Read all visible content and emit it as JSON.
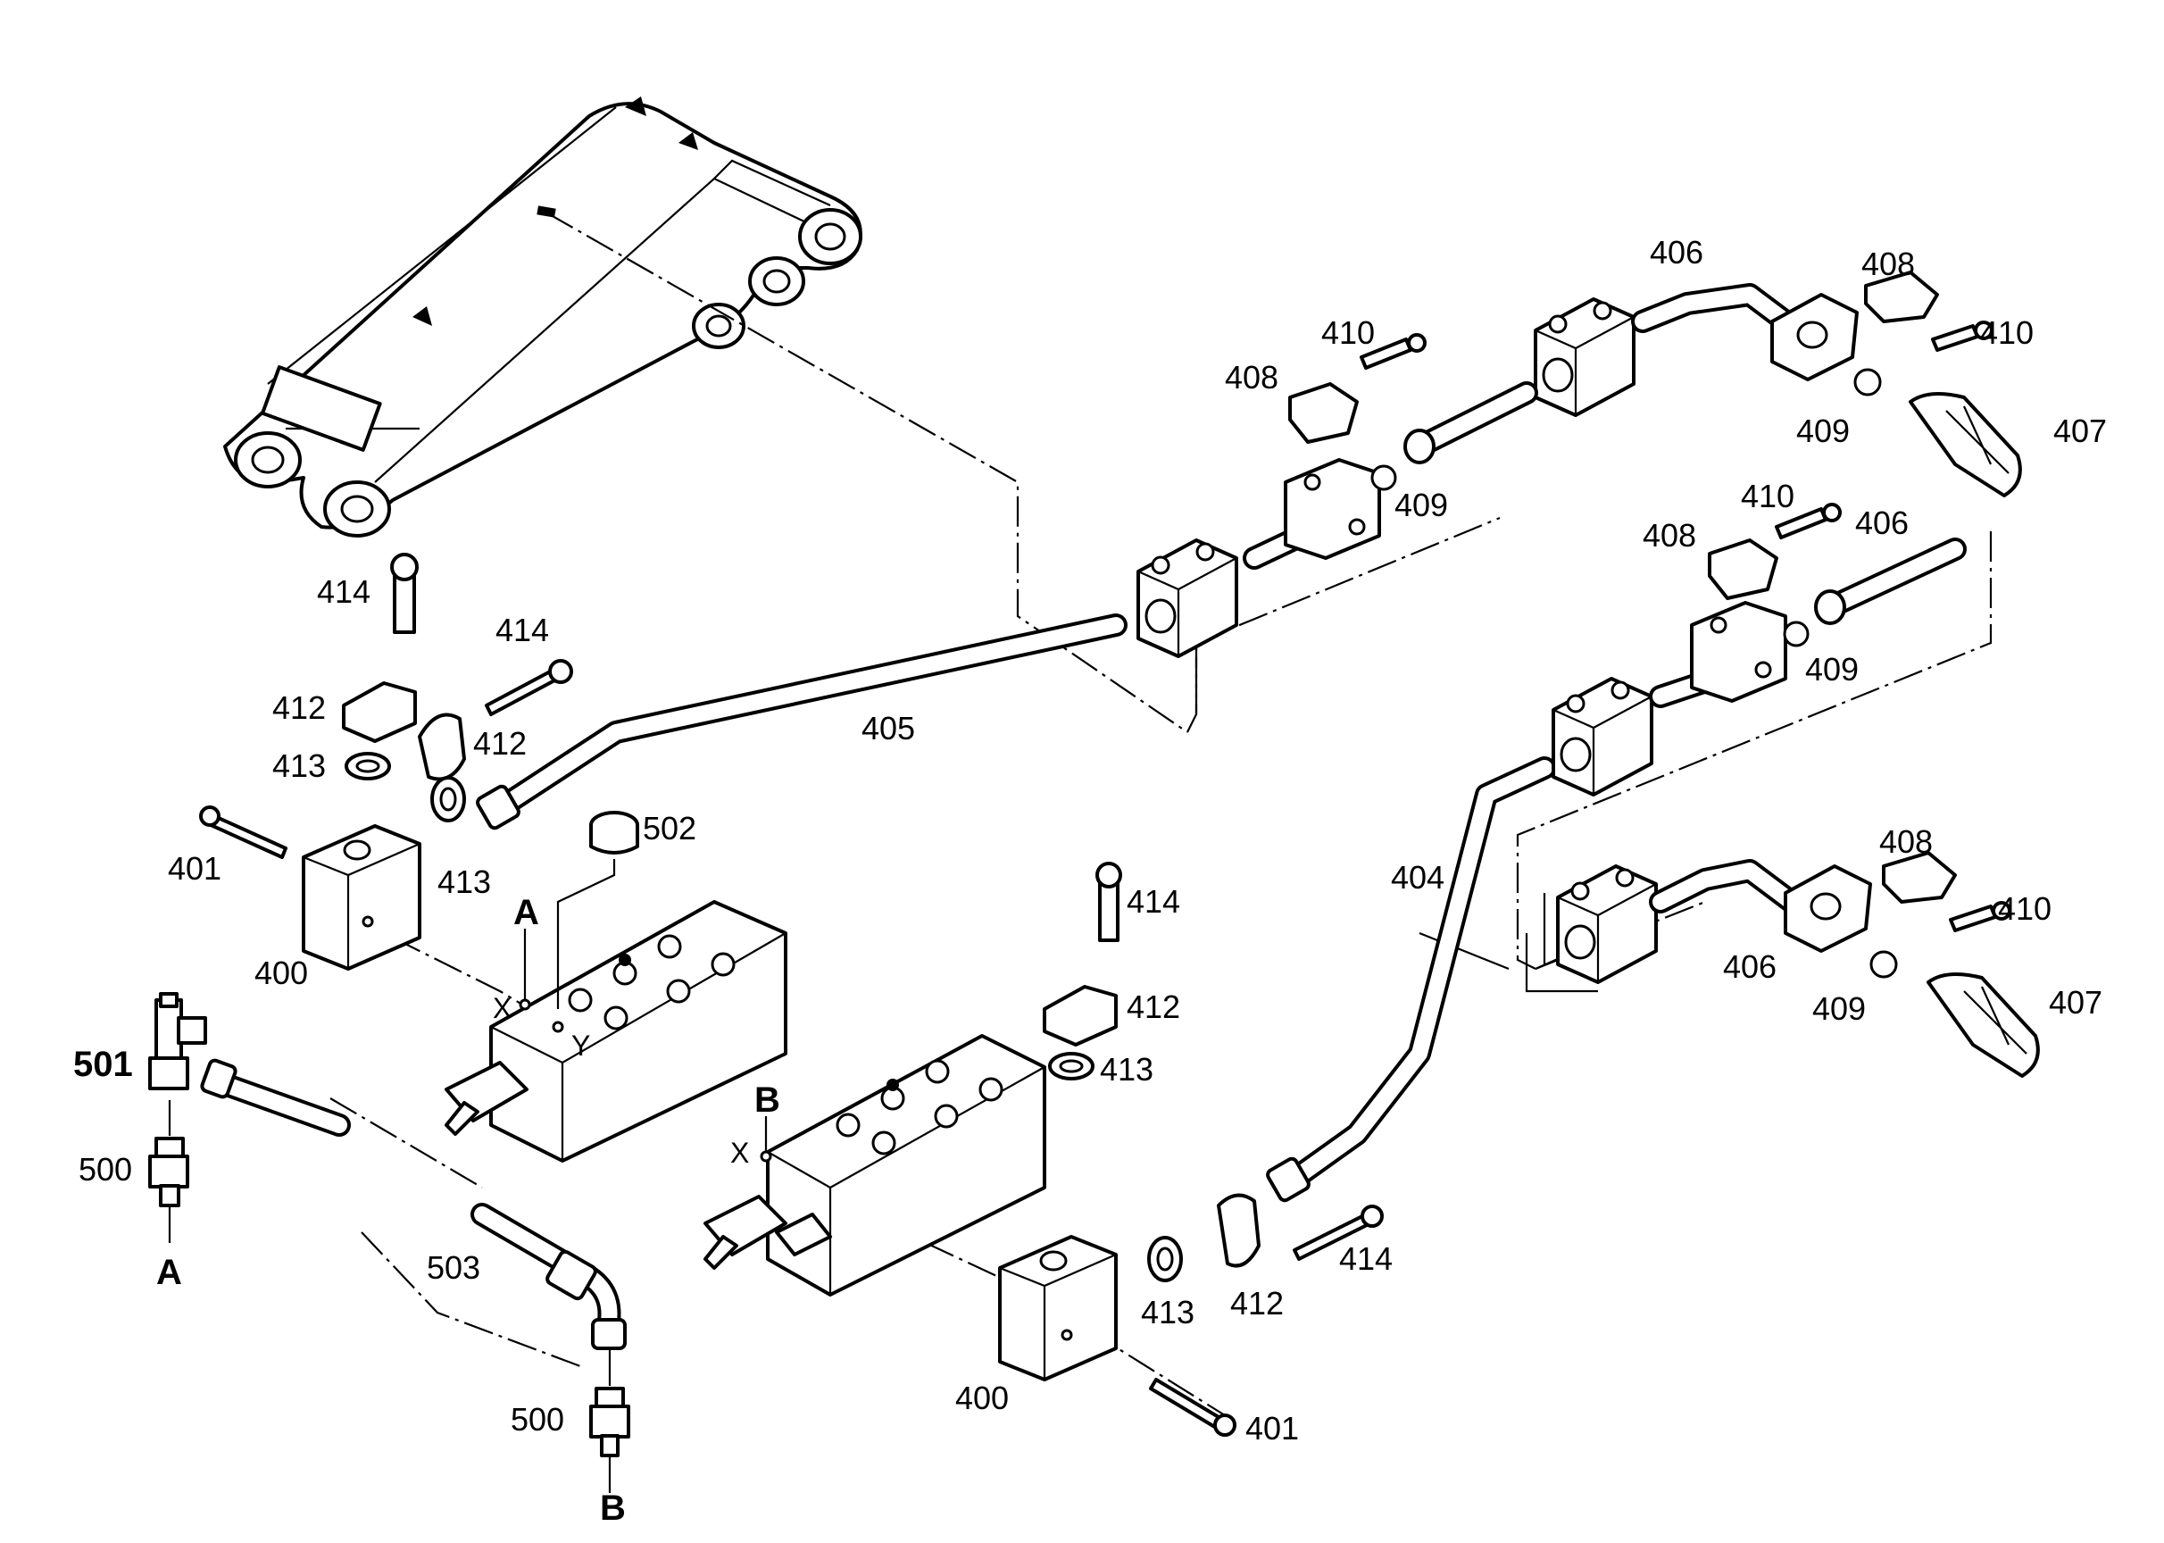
{
  "diagram": {
    "part_labels": {
      "p400a": "400",
      "p400b": "400",
      "p401a": "401",
      "p401b": "401",
      "p404": "404",
      "p405": "405",
      "p406a": "406",
      "p406b": "406",
      "p406c": "406",
      "p407a": "407",
      "p407b": "407",
      "p408a": "408",
      "p408b": "408",
      "p408c": "408",
      "p408d": "408",
      "p409a": "409",
      "p409b": "409",
      "p409c": "409",
      "p409d": "409",
      "p410a": "410",
      "p410b": "410",
      "p410c": "410",
      "p410d": "410",
      "p412a": "412",
      "p412b": "412",
      "p412c": "412",
      "p412d": "412",
      "p413a": "413",
      "p413b": "413",
      "p413c": "413",
      "p413d": "413",
      "p414a": "414",
      "p414b": "414",
      "p414c": "414",
      "p414d": "414",
      "p500a": "500",
      "p500b": "500",
      "p501": "501",
      "p502": "502",
      "p503": "503"
    },
    "port_labels": {
      "A_valve": "A",
      "B_valve": "B",
      "A_end": "A",
      "B_end": "B",
      "X1": "X",
      "Y1": "Y",
      "X2": "X"
    }
  }
}
